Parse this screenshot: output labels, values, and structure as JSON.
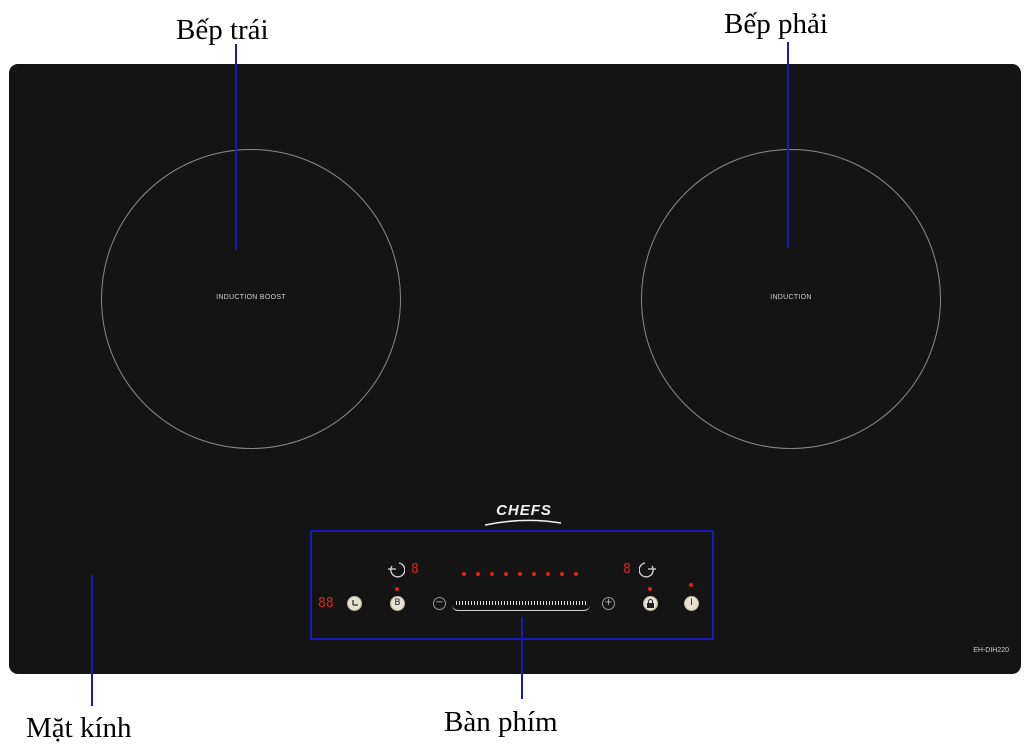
{
  "callouts": {
    "left_zone": "Bếp trái",
    "right_zone": "Bếp phải",
    "glass": "Mặt kính",
    "keypad": "Bàn phím"
  },
  "cooktop": {
    "left_zone_text": "INDUCTION BOOST",
    "right_zone_text": "INDUCTION",
    "brand": "CHEFS",
    "model": "EH-DIH220"
  },
  "controls": {
    "timer_display": "88",
    "left_level": "8",
    "right_level": "8",
    "boost_label": "B",
    "minus_label": "−",
    "plus_label": "+",
    "power_label": "I",
    "level_indicator_count": 9
  },
  "colors": {
    "cooktop": "#141414",
    "callout_line": "#1a1ab8",
    "display_red": "#e02020"
  }
}
